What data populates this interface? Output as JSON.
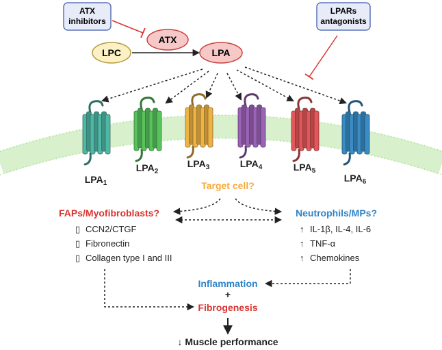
{
  "inhibitors": {
    "atx_inhibitors": [
      "ATX",
      "inhibitors"
    ],
    "lpar_antagonists": [
      "LPARs",
      "antagonists"
    ]
  },
  "pathway": {
    "atx": "ATX",
    "lpc": "LPC",
    "lpa": "LPA"
  },
  "receptors": [
    {
      "base": "LPA",
      "sub": "1",
      "color": "#4fb7a5"
    },
    {
      "base": "LPA",
      "sub": "2",
      "color": "#58c35d"
    },
    {
      "base": "LPA",
      "sub": "3",
      "color": "#eeb345"
    },
    {
      "base": "LPA",
      "sub": "4",
      "color": "#9a63b6"
    },
    {
      "base": "LPA",
      "sub": "5",
      "color": "#e2575a"
    },
    {
      "base": "LPA",
      "sub": "6",
      "color": "#3a8cc4"
    }
  ],
  "target_cell": "Target cell?",
  "faps": {
    "title": "FAPs/Myofibroblasts?",
    "marker": "▯",
    "items": [
      "CCN2/CTGF",
      "Fibronectin",
      "Collagen type I and III"
    ]
  },
  "neutrophils": {
    "title": "Neutrophils/MPs?",
    "marker": "↑",
    "items": [
      "IL-1β, IL-4, IL-6",
      "TNF-α",
      "Chemokines"
    ]
  },
  "outcome": {
    "inflammation": "Inflammation",
    "plus": "+",
    "fibrogenesis": "Fibrogenesis",
    "muscle": "↓ Muscle performance"
  },
  "colors": {
    "red": "#d9342f",
    "blue": "#2f83c5",
    "orange": "#f4a93b",
    "box_border": "#5a74b8",
    "box_fill": "#e8ecf8",
    "atx_fill": "#f7c8c8",
    "atx_border": "#c9443f",
    "lpc_fill": "#fcf1c4",
    "lpc_border": "#b49a3e",
    "membrane": "#b8e3a4"
  }
}
